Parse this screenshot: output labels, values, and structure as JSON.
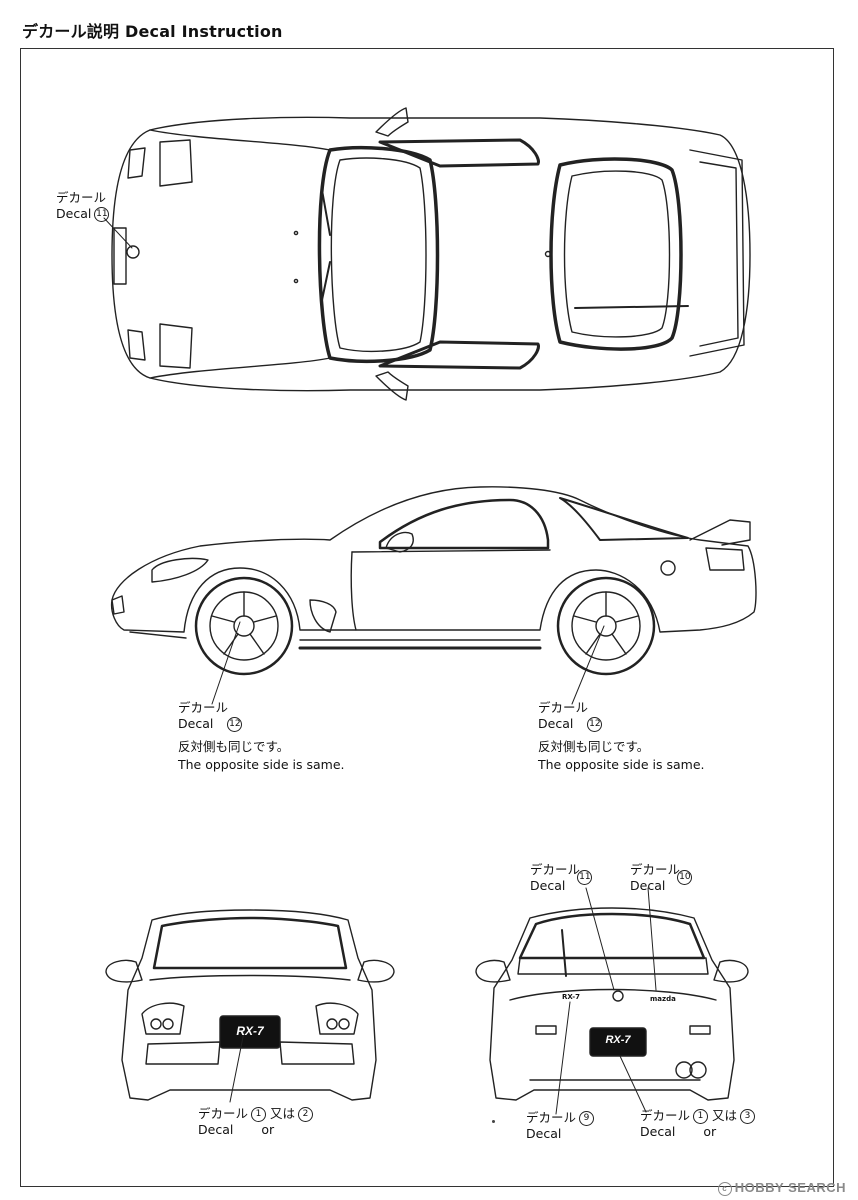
{
  "header": {
    "title": "デカール説明 Decal Instruction"
  },
  "labels": {
    "top_view": {
      "jp": "デカール",
      "en": "Decal",
      "num": "11"
    },
    "side_front": {
      "jp": "デカール",
      "en": "Decal",
      "num": "12"
    },
    "side_rear": {
      "jp": "デカール",
      "en": "Decal",
      "num": "12"
    },
    "front_plate": {
      "jp": "デカール",
      "en": "Decal",
      "num1": "1",
      "or_jp": "又は",
      "or_en": "or",
      "num2": "2"
    },
    "rear_emblem": {
      "jp": "デカール",
      "en": "Decal",
      "num": "11"
    },
    "rear_mazda": {
      "jp": "デカール",
      "en": "Decal",
      "num": "10"
    },
    "rear_rx7": {
      "jp": "デカール",
      "en": "Decal",
      "num": "9"
    },
    "rear_plate": {
      "jp": "デカール",
      "en": "Decal",
      "num1": "1",
      "or_jp": "又は",
      "or_en": "or",
      "num2": "3"
    }
  },
  "notes": {
    "left": {
      "jp": "反対側も同じです。",
      "en": "The opposite side is same."
    },
    "right": {
      "jp": "反対側も同じです。",
      "en": "The opposite side is same."
    }
  },
  "plates": {
    "front": "RX-7",
    "rear": "RX-7",
    "rear_badge_left": "RX-7",
    "rear_badge_right": "mazda"
  },
  "watermark": {
    "symbol": "c",
    "text": "HOBBY SEARCH"
  }
}
